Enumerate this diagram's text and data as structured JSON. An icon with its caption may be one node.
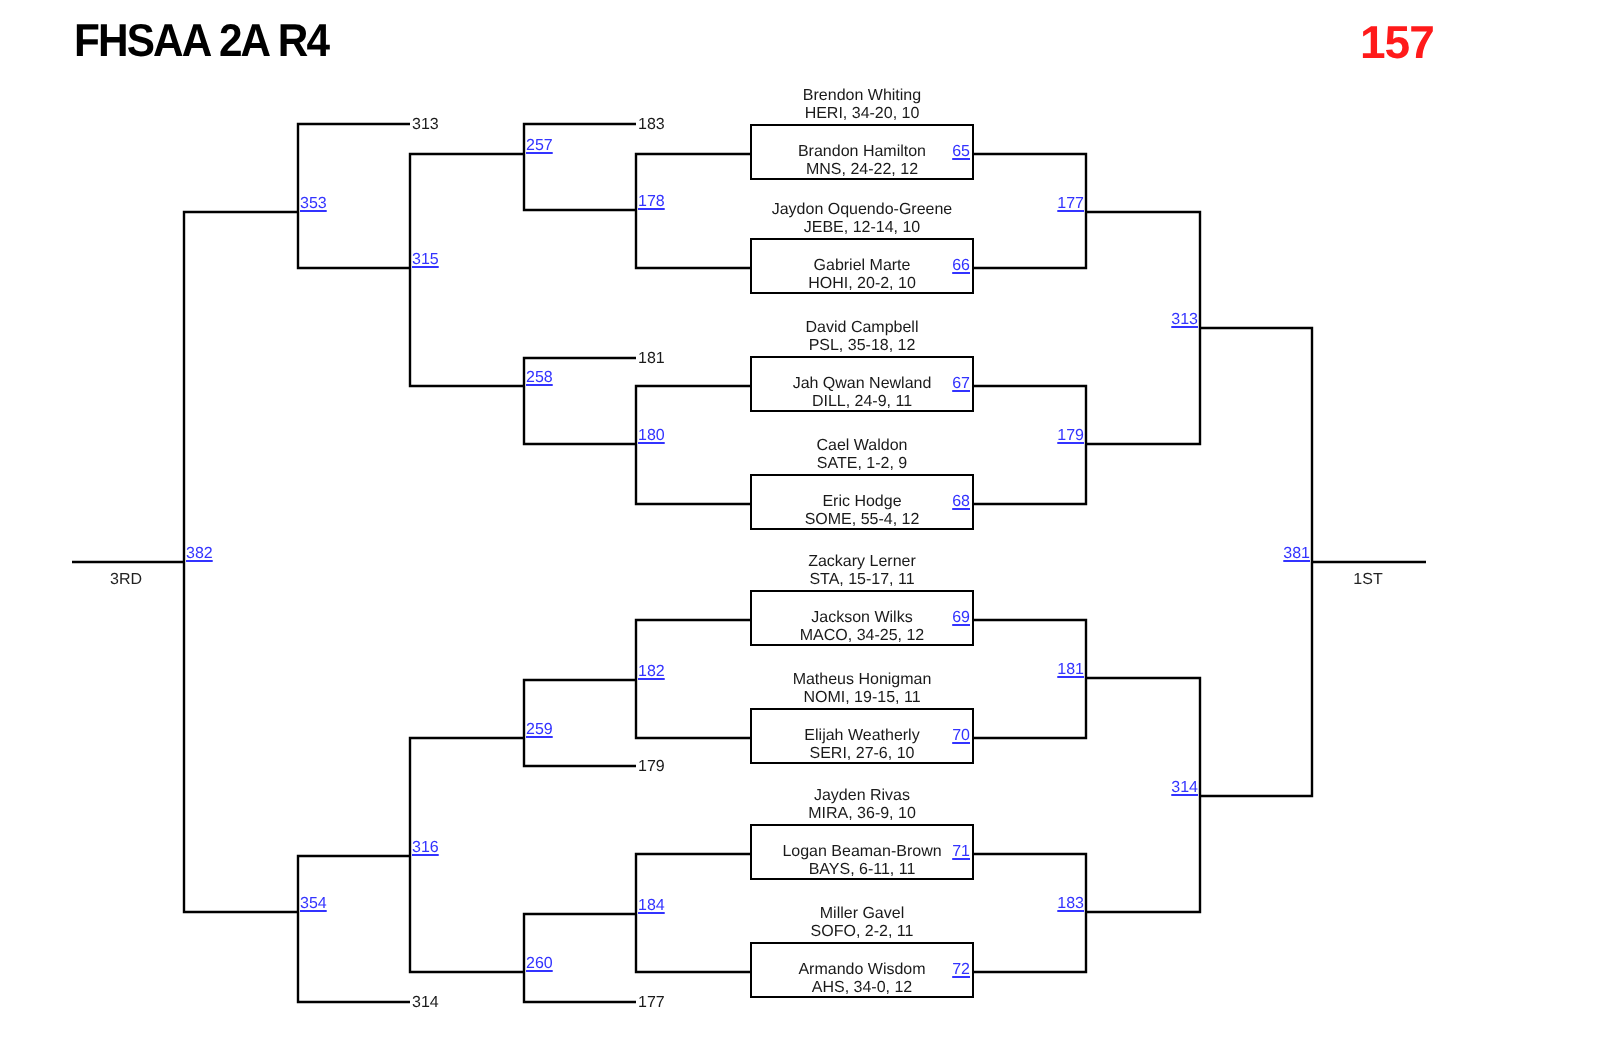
{
  "diagram": {
    "title": "FHSAA 2A R4",
    "nodes": [
      {
        "text": [
          "Brendon Whiting",
          "HERI, 34-20, 10",
          "Brandon Hamilton",
          "MNS, 24-22, 12",
          "65"
        ]
      },
      {
        "text": [
          "Jaydon Oquendo-Greene",
          "JEBE, 12-14, 10",
          "Gabriel Marte",
          "HOHI, 20-2, 10",
          "66"
        ]
      },
      {
        "text": [
          "David Campbell",
          "PSL, 35-18, 12",
          "Jah Qwan Newland",
          "DILL, 24-9, 11",
          "67"
        ]
      },
      {
        "text": [
          "Cael Waldon",
          "SATE, 1-2, 9",
          "Eric Hodge",
          "SOME, 55-4, 12",
          "68"
        ]
      },
      {
        "text": [
          "Zackary Lerner",
          "STA, 15-17, 11",
          "Jackson Wilks",
          "MACO, 34-25, 12",
          "69"
        ]
      },
      {
        "text": [
          "Matheus Honigman",
          "NOMI, 19-15, 11",
          "Elijah Weatherly",
          "SERI, 27-6, 10",
          "70"
        ]
      },
      {
        "text": [
          "Jayden Rivas",
          "MIRA, 36-9, 10",
          "Logan Beaman-Brown",
          "BAYS, 6-11, 11",
          "71"
        ]
      },
      {
        "text": [
          "Miller Gavel",
          "SOFO, 2-2, 11",
          "Armando Wisdom",
          "AHS, 34-0, 12",
          "72"
        ]
      },
      {
        "text": [
          "177"
        ]
      },
      {
        "text": [
          "179"
        ]
      },
      {
        "text": [
          "181"
        ]
      },
      {
        "text": [
          "183"
        ]
      },
      {
        "text": [
          "313"
        ]
      },
      {
        "text": [
          "314"
        ]
      },
      {
        "text": [
          "381"
        ]
      },
      {
        "text": [
          "178"
        ]
      },
      {
        "text": [
          "180"
        ]
      },
      {
        "text": [
          "182"
        ]
      },
      {
        "text": [
          "184"
        ]
      },
      {
        "text": [
          "257"
        ]
      },
      {
        "text": [
          "258"
        ]
      },
      {
        "text": [
          "259"
        ]
      },
      {
        "text": [
          "260"
        ]
      },
      {
        "text": [
          "315"
        ]
      },
      {
        "text": [
          "316"
        ]
      },
      {
        "text": [
          "353"
        ]
      },
      {
        "text": [
          "354"
        ]
      },
      {
        "text": [
          "382"
        ]
      },
      {
        "text": [
          "313"
        ]
      },
      {
        "text": [
          "183"
        ]
      },
      {
        "text": [
          "181"
        ]
      },
      {
        "text": [
          "179"
        ]
      },
      {
        "text": [
          "314"
        ]
      },
      {
        "text": [
          "177"
        ]
      }
    ],
    "edges": [
      {
        "from": 0,
        "to": 8,
        "arrow": "none"
      },
      {
        "from": 1,
        "to": 8,
        "arrow": "none"
      },
      {
        "from": 2,
        "to": 9,
        "arrow": "none"
      },
      {
        "from": 3,
        "to": 9,
        "arrow": "none"
      },
      {
        "from": 4,
        "to": 10,
        "arrow": "none"
      },
      {
        "from": 5,
        "to": 10,
        "arrow": "none"
      },
      {
        "from": 6,
        "to": 11,
        "arrow": "none"
      },
      {
        "from": 7,
        "to": 11,
        "arrow": "none"
      },
      {
        "from": 8,
        "to": 12,
        "arrow": "none"
      },
      {
        "from": 9,
        "to": 12,
        "arrow": "none"
      },
      {
        "from": 10,
        "to": 13,
        "arrow": "none"
      },
      {
        "from": 11,
        "to": 13,
        "arrow": "none"
      },
      {
        "from": 12,
        "to": 14,
        "arrow": "none"
      },
      {
        "from": 13,
        "to": 14,
        "arrow": "none"
      },
      {
        "from": 14,
        "to": null,
        "arrow": "none"
      },
      {
        "from": 0,
        "to": 15,
        "arrow": "none"
      },
      {
        "from": 1,
        "to": 15,
        "arrow": "none"
      },
      {
        "from": 2,
        "to": 16,
        "arrow": "none"
      },
      {
        "from": 3,
        "to": 16,
        "arrow": "none"
      },
      {
        "from": 4,
        "to": 17,
        "arrow": "none"
      },
      {
        "from": 5,
        "to": 17,
        "arrow": "none"
      },
      {
        "from": 6,
        "to": 18,
        "arrow": "none"
      },
      {
        "from": 7,
        "to": 18,
        "arrow": "none"
      },
      {
        "from": 29,
        "to": 19,
        "arrow": "none"
      },
      {
        "from": 15,
        "to": 19,
        "arrow": "none"
      },
      {
        "from": 30,
        "to": 20,
        "arrow": "none"
      },
      {
        "from": 16,
        "to": 20,
        "arrow": "none"
      },
      {
        "from": 17,
        "to": 21,
        "arrow": "none"
      },
      {
        "from": 31,
        "to": 21,
        "arrow": "none"
      },
      {
        "from": 18,
        "to": 22,
        "arrow": "none"
      },
      {
        "from": 33,
        "to": 22,
        "arrow": "none"
      },
      {
        "from": 19,
        "to": 23,
        "arrow": "none"
      },
      {
        "from": 20,
        "to": 23,
        "arrow": "none"
      },
      {
        "from": 21,
        "to": 24,
        "arrow": "none"
      },
      {
        "from": 22,
        "to": 24,
        "arrow": "none"
      },
      {
        "from": 28,
        "to": 25,
        "arrow": "none"
      },
      {
        "from": 23,
        "to": 25,
        "arrow": "none"
      },
      {
        "from": 24,
        "to": 26,
        "arrow": "none"
      },
      {
        "from": 32,
        "to": 26,
        "arrow": "none"
      },
      {
        "from": 25,
        "to": 27,
        "arrow": "none"
      },
      {
        "from": 26,
        "to": 27,
        "arrow": "none"
      },
      {
        "from": 27,
        "to": null,
        "arrow": "none"
      }
    ],
    "labels": [
      "157",
      "3RD",
      "1ST"
    ]
  }
}
